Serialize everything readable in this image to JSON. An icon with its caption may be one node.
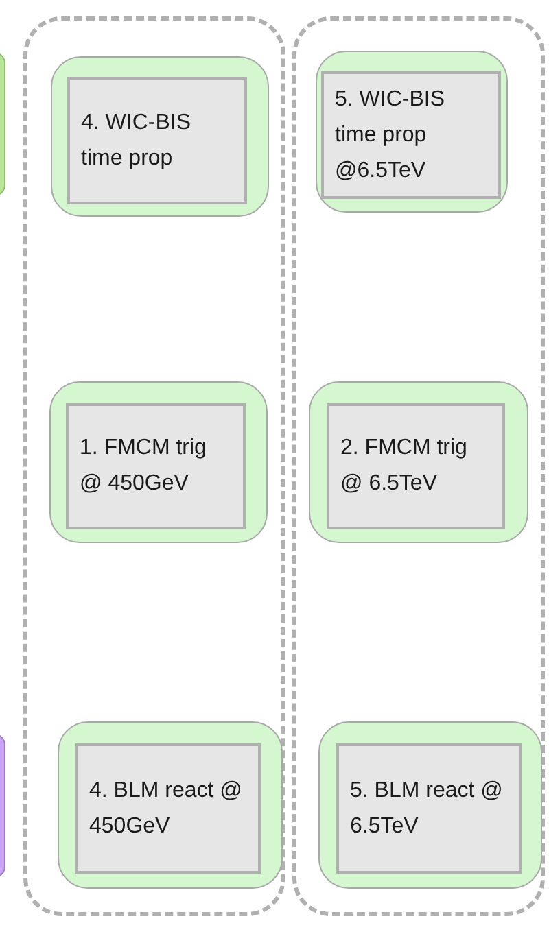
{
  "diagram": {
    "nodes": [
      {
        "text": [],
        "shape": "box"
      },
      {
        "text": [],
        "shape": "box"
      },
      {
        "text": [],
        "shape": "box"
      },
      {
        "text": [
          "4. WIC-BIS time prop"
        ],
        "in": 2
      },
      {
        "text": [
          "1. FMCM trig @ 450GeV"
        ],
        "in": 2
      },
      {
        "text": [
          "4. BLM react @ 450GeV"
        ],
        "in": 2
      },
      {
        "text": [],
        "shape": "box"
      },
      {
        "text": [
          "5. WIC-BIS time prop @6.5TeV"
        ],
        "in": 6
      },
      {
        "text": [
          "2. FMCM trig @ 6.5TeV"
        ],
        "in": 6
      },
      {
        "text": [
          "5. BLM react @ 6.5TeV"
        ],
        "in": 6
      }
    ]
  }
}
